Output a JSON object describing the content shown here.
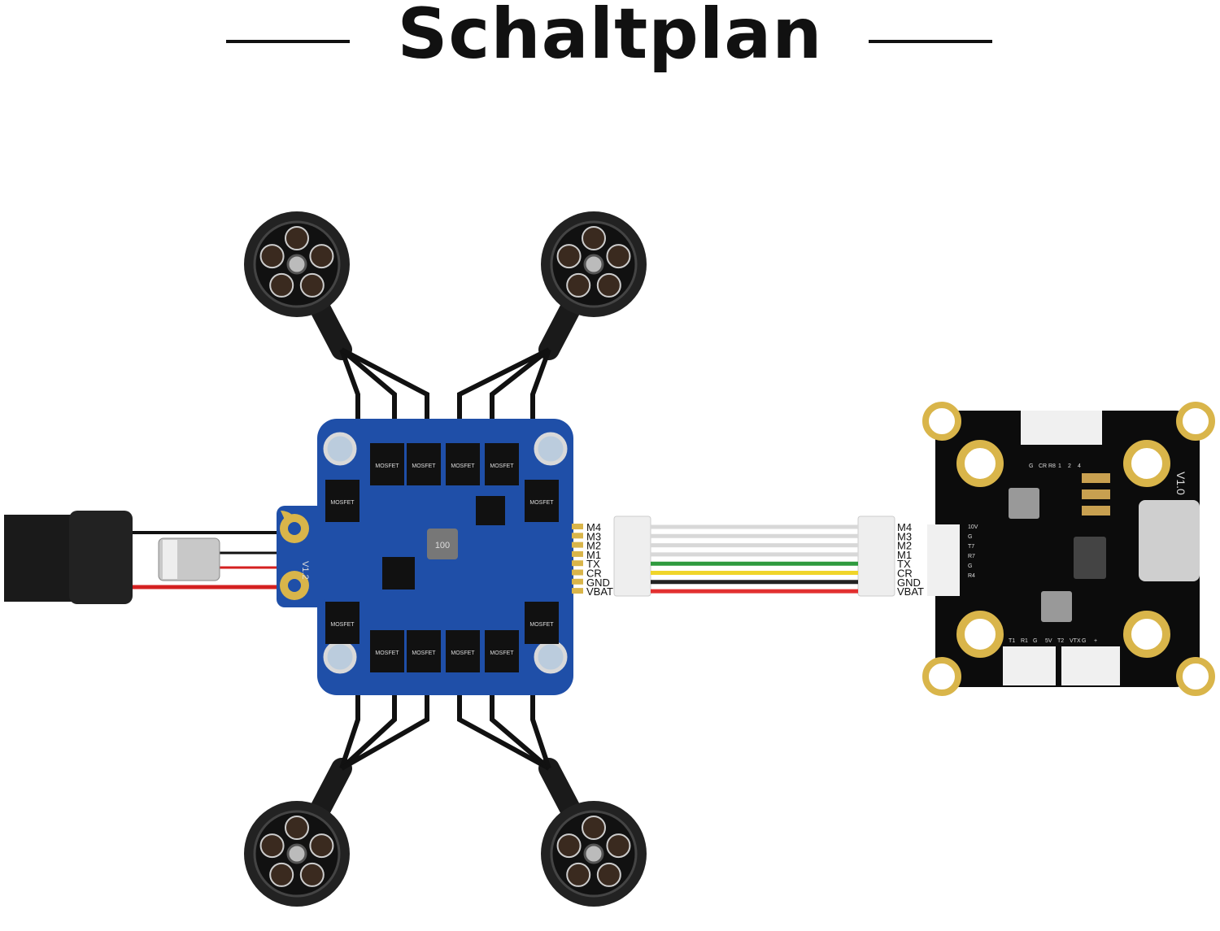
{
  "title": "Schaltplan",
  "cable": {
    "pins": [
      {
        "label": "M4",
        "color": "#d8d8d8"
      },
      {
        "label": "M3",
        "color": "#d8d8d8"
      },
      {
        "label": "M2",
        "color": "#d8d8d8"
      },
      {
        "label": "M1",
        "color": "#d8d8d8"
      },
      {
        "label": "TX",
        "color": "#2e9a3e"
      },
      {
        "label": "CR",
        "color": "#f0d52a"
      },
      {
        "label": "GND",
        "color": "#222222"
      },
      {
        "label": "VBAT",
        "color": "#e23030"
      }
    ]
  },
  "esc": {
    "version": "V1.2",
    "chip_label": "MOSFET",
    "inductor": "100",
    "color": "#1f4fa8"
  },
  "fc": {
    "version": "V1.0",
    "pad_labels": [
      "10V",
      "G",
      "T7",
      "R7",
      "G",
      "R4"
    ],
    "top_labels": [
      "G",
      "CR",
      "R8",
      "1",
      "2",
      "4"
    ],
    "bottom_labels": [
      "T1",
      "R1",
      "G",
      "5V",
      "T2",
      "VTX",
      "G",
      "+"
    ]
  },
  "colors": {
    "pad": "#d9b54a",
    "wire_red": "#d42020",
    "wire_black": "#111111"
  }
}
